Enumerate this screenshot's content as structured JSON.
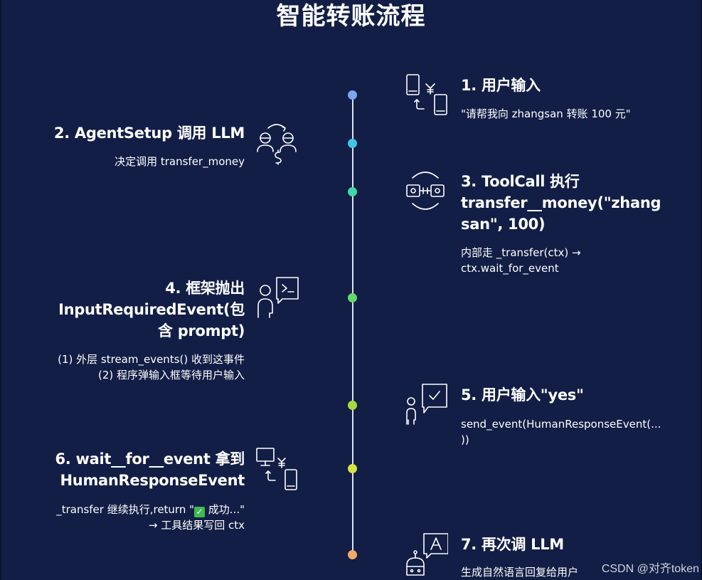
{
  "title": "智能转账流程",
  "watermark": "CSDN @对齐token",
  "colors": {
    "background": "#121e45",
    "line": "#dfe3ee",
    "dots": [
      "#7aa7ef",
      "#3fc6e6",
      "#3fd9a8",
      "#63d86b",
      "#a8d93c",
      "#d6e342",
      "#f0a96a"
    ]
  },
  "steps": [
    {
      "title": "1. 用户输入",
      "desc": [
        "\"请帮我向 zhangsan 转账 100 元\""
      ],
      "icon": "phone-transfer-icon"
    },
    {
      "title": "2. AgentSetup 调用 LLM",
      "desc": [
        "决定调用 transfer_money"
      ],
      "icon": "people-exchange-icon"
    },
    {
      "title": "3. ToolCall 执行 transfer__money(\"zhangsan\", 100)",
      "title_lines": [
        "3. ToolCall 执行",
        "transfer__money(\"zhang",
        "san\", 100)"
      ],
      "desc": [
        "内部走 _transfer(ctx) →",
        "ctx.wait_for_event"
      ],
      "icon": "tool-connector-icon"
    },
    {
      "title": "4. 框架抛出 InputRequiredEvent(包含 prompt)",
      "title_lines": [
        "4. 框架抛出",
        "InputRequiredEvent(包",
        "含 prompt)"
      ],
      "desc": [
        "(1) 外层 stream_events() 收到这事件",
        "(2) 程序弹输入框等待用户输入"
      ],
      "icon": "person-terminal-icon"
    },
    {
      "title": "5. 用户输入\"yes\"",
      "desc": [
        "send_event(HumanResponseEvent(...",
        "))"
      ],
      "icon": "person-check-icon"
    },
    {
      "title": "6. wait__for__event 拿到 HumanResponseEvent",
      "title_lines": [
        "6. wait__for__event 拿到",
        "HumanResponseEvent"
      ],
      "desc_prefix": "_transfer 继续执行,return \"",
      "desc_check": "✓",
      "desc_suffix": " 成功...\"",
      "desc_line2": "→ 工具结果写回 ctx",
      "icon": "monitor-phone-icon"
    },
    {
      "title": "7. 再次调 LLM",
      "desc": [
        "生成自然语言回复给用户"
      ],
      "icon": "robot-chat-icon"
    }
  ]
}
